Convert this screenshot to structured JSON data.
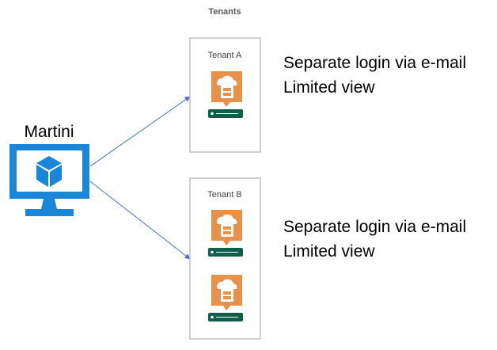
{
  "heading": "Tenants",
  "source": {
    "label": "Martini",
    "icon": "monitor-cube-icon",
    "color": "#1a86d8"
  },
  "tenants": [
    {
      "label": "Tenant A",
      "note_line1": "Separate login via e-mail",
      "note_line2": "Limited view",
      "servers": [
        {
          "icon": "cloud-server-icon"
        }
      ]
    },
    {
      "label": "Tenant B",
      "note_line1": "Separate login via e-mail",
      "note_line2": "Limited view",
      "servers": [
        {
          "icon": "cloud-server-icon"
        },
        {
          "icon": "cloud-server-icon"
        }
      ]
    }
  ],
  "colors": {
    "arrow": "#4472c4",
    "box_border": "#bfbfbf",
    "server_orange": "#e8914a",
    "server_base": "#0f5e4a"
  }
}
